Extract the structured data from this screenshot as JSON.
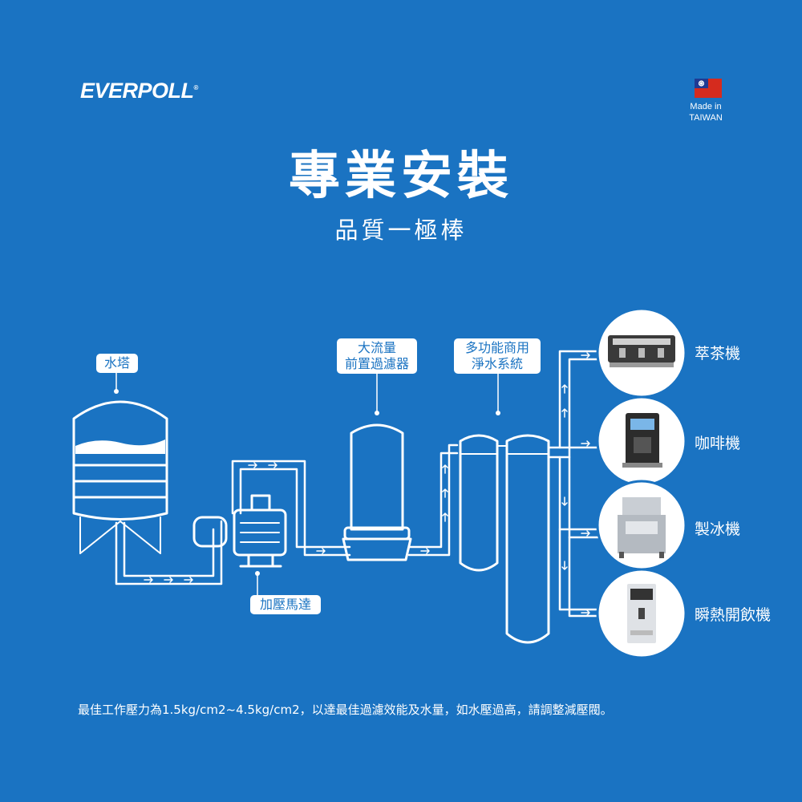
{
  "brand": {
    "name": "EVERPOLL",
    "mark": "®"
  },
  "origin": {
    "line1": "Made in",
    "line2": "TAIWAN"
  },
  "heading": {
    "title": "專業安裝",
    "subtitle": "品質一極棒"
  },
  "labels": {
    "tower": "水塔",
    "prefilter_line1": "大流量",
    "prefilter_line2": "前置過濾器",
    "system_line1": "多功能商用",
    "system_line2": "淨水系統",
    "pump": "加壓馬達"
  },
  "devices": [
    {
      "label": "萃茶機",
      "icon": "espresso-machine-icon"
    },
    {
      "label": "咖啡機",
      "icon": "coffee-machine-icon"
    },
    {
      "label": "製冰機",
      "icon": "ice-maker-icon"
    },
    {
      "label": "瞬熱開飲機",
      "icon": "water-dispenser-icon"
    }
  ],
  "footnote": "最佳工作壓力為1.5kg/cm2~4.5kg/cm2，以達最佳過濾效能及水量，如水壓過高，請調整減壓閥。",
  "colors": {
    "background": "#1a73c2",
    "line": "#ffffff"
  }
}
